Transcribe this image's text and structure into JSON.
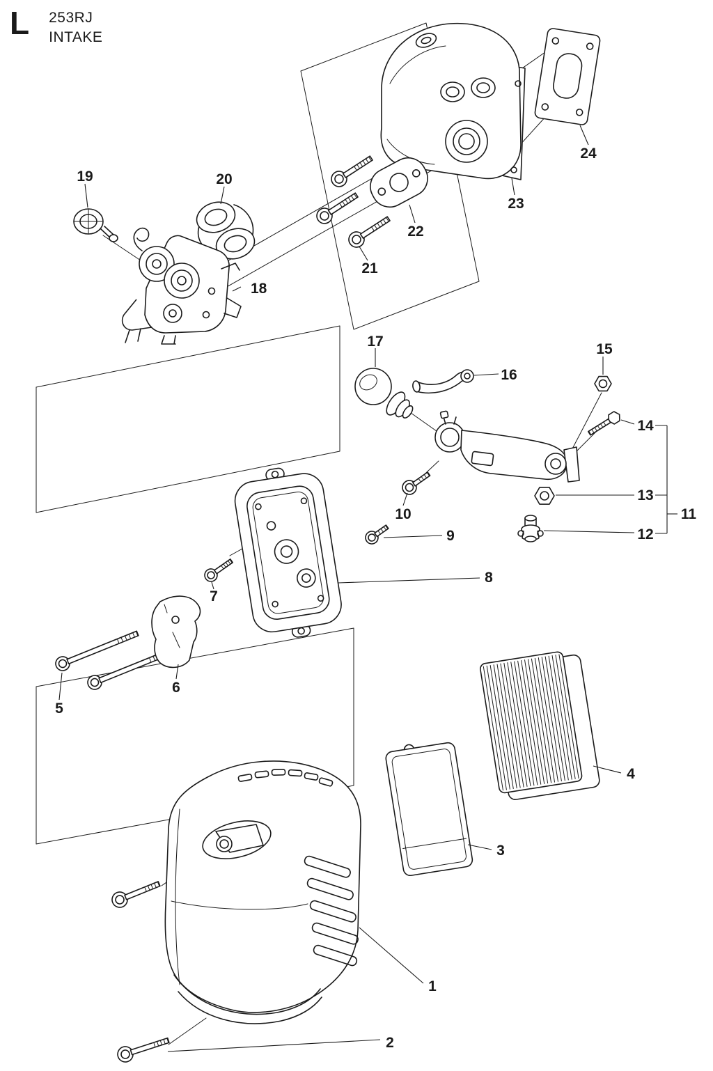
{
  "header": {
    "section_letter": "L",
    "model": "253RJ",
    "title": "INTAKE"
  },
  "colors": {
    "ink": "#1a1a1a",
    "background": "#ffffff"
  },
  "labels": {
    "n1": "1",
    "n2": "2",
    "n3": "3",
    "n4": "4",
    "n5": "5",
    "n6": "6",
    "n7": "7",
    "n8": "8",
    "n9": "9",
    "n10": "10",
    "n11": "11",
    "n12": "12",
    "n13": "13",
    "n14": "14",
    "n15": "15",
    "n16": "16",
    "n17": "17",
    "n18": "18",
    "n19": "19",
    "n20": "20",
    "n21": "21",
    "n22": "22",
    "n23": "23",
    "n24": "24"
  }
}
